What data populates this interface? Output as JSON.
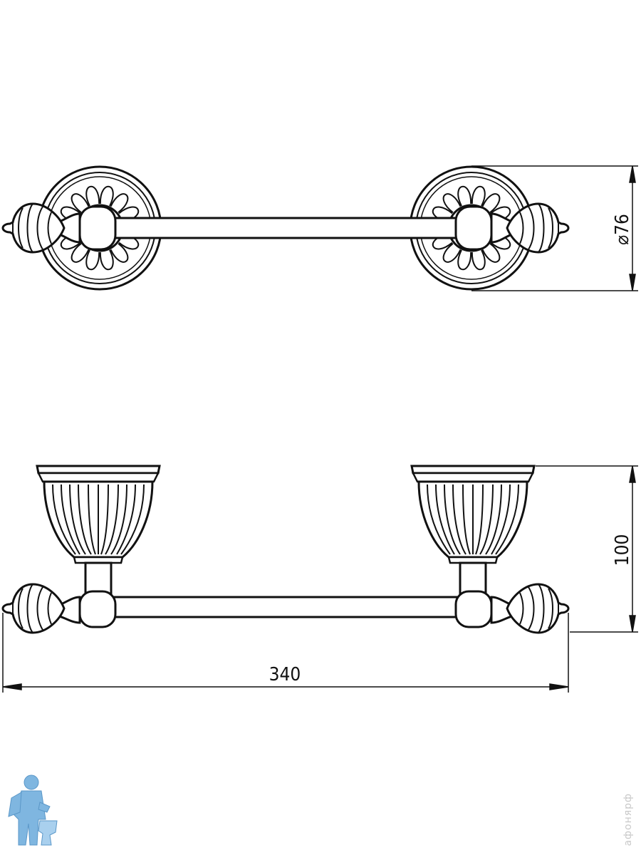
{
  "dimensions": {
    "diameter": "⌀76",
    "height": "100",
    "length": "340"
  },
  "watermark": "афонярф",
  "logo": {
    "name": "plumber-mascot-logo",
    "color": "#7fb6e0"
  },
  "colors": {
    "line": "#111111",
    "background": "#ffffff"
  }
}
